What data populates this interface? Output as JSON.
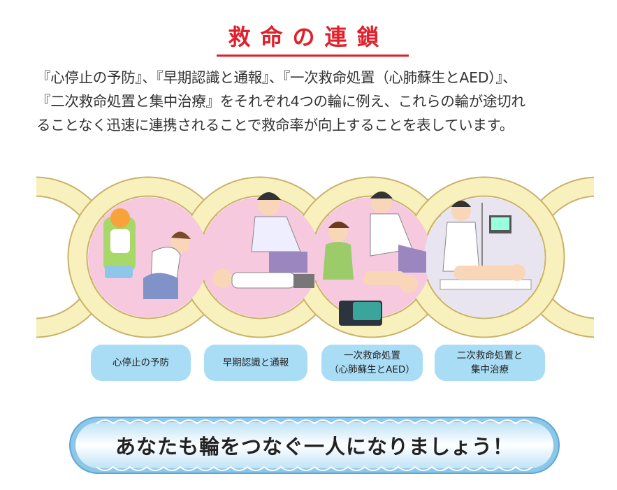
{
  "title": "救命の連鎖",
  "description": [
    "『心停止の予防』、『早期認識と通報』、『一次救命処置（心肺蘇生とAED）』、",
    "『二次救命処置と集中治療』をそれぞれ4つの輪に例え、これらの輪が途切れ",
    "ることなく迅速に連携されることで救命率が向上することを表しています。"
  ],
  "chain": {
    "illustrations": [
      "child-in-car-seat-and-chest-pain",
      "person-calling-emergency",
      "cpr-and-aed",
      "hospital-intensive-care"
    ],
    "colors": {
      "ring": "#f9f1bd",
      "ring_outline": "#c9b26a",
      "circle": "#f6c9de"
    }
  },
  "labels": [
    {
      "line1": "心停止の予防",
      "line2": ""
    },
    {
      "line1": "早期認識と通報",
      "line2": ""
    },
    {
      "line1": "一次救命処置",
      "line2": "（心肺蘇生とAED）"
    },
    {
      "line1": "二次救命処置と",
      "line2": "集中治療"
    }
  ],
  "banner": "あなたも輪をつなぐ一人になりましょう！",
  "colors": {
    "title": "#e0202a",
    "label_bg": "#a9dcf5",
    "banner": "#d6eefb"
  }
}
